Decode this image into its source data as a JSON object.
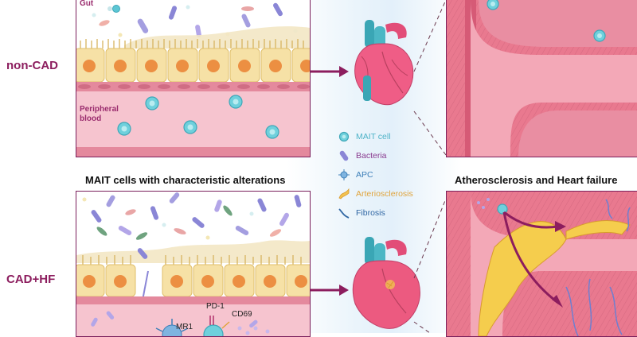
{
  "rows": {
    "top": "non-CAD",
    "bottom": "CAD+HF"
  },
  "top_panel": {
    "gut_label": "Gut",
    "blood_label_line1": "Peripheral",
    "blood_label_line2": "blood"
  },
  "bottom_panel": {
    "title": "MAIT cells with characteristic alterations",
    "markers": [
      "PD-1",
      "CD69",
      "MR1"
    ]
  },
  "right_panel": {
    "title": "Atherosclerosis and Heart failure"
  },
  "legend": [
    {
      "label": "MAIT cell",
      "icon": "mait-cell-icon",
      "color": "#4fb3c8"
    },
    {
      "label": "Bacteria",
      "icon": "bacteria-icon",
      "color": "#8a3b8f"
    },
    {
      "label": "APC",
      "icon": "apc-icon",
      "color": "#3d7fb8"
    },
    {
      "label": "Arteriosclerosis",
      "icon": "plaque-icon",
      "color": "#e0a43c"
    },
    {
      "label": "Fibrosis",
      "icon": "fibrosis-icon",
      "color": "#2f66a3"
    }
  ],
  "colors": {
    "accent": "#8c1d5e",
    "mait": "#5cc6d4",
    "epithelium": "#f3dfa3",
    "nucleus": "#e8873c",
    "vessel": "#f2b7c4",
    "heart": "#e64b6e"
  }
}
